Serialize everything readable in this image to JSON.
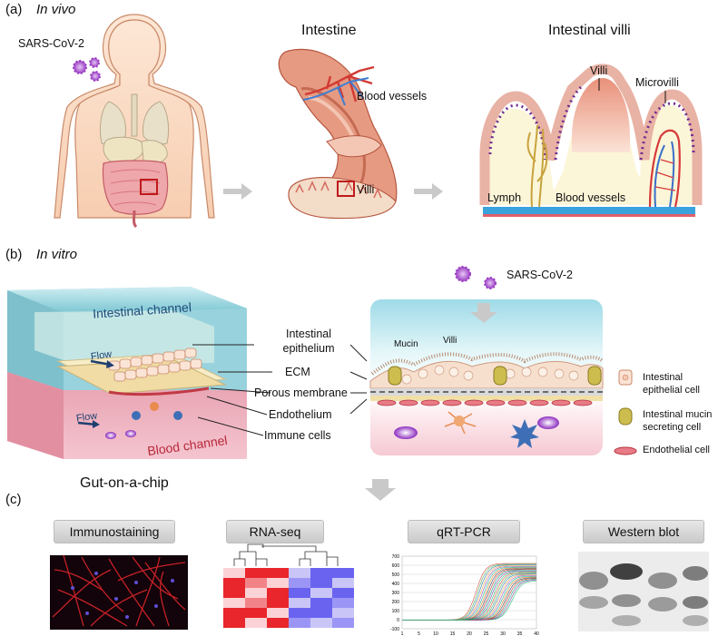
{
  "panel_a": {
    "label": "(a)",
    "title": "In vivo",
    "virus_label": "SARS-CoV-2",
    "intestine_title": "Intestine",
    "villi_title": "Intestinal villi",
    "blood_vessels": "Blood vessels",
    "villi_small": "Villi",
    "villi_top": "Villi",
    "microvilli": "Microvilli",
    "lymph": "Lymph",
    "blood_vessels_2": "Blood vessels"
  },
  "panel_b": {
    "label": "(b)",
    "title": "In vitro",
    "virus_label": "SARS-CoV-2",
    "intestinal_channel": "Intestinal channel",
    "blood_channel": "Blood channel",
    "flow_top": "Flow",
    "flow_bottom": "Flow",
    "callouts": [
      "Intestinal epithelium",
      "ECM",
      "Porous membrane",
      "Endothelium",
      "Immune cells"
    ],
    "callout_epi_1": "Intestinal",
    "callout_epi_2": "epithelium",
    "mucin": "Mucin",
    "villi": "Villi",
    "legend_epi_1": "Intestinal",
    "legend_epi_2": "epithelial cell",
    "legend_mucin_1": "Intestinal mucin",
    "legend_mucin_2": "secreting cell",
    "legend_endo": "Endothelial cell",
    "chip_name": "Gut-on-a-chip"
  },
  "panel_c": {
    "label": "(c)",
    "methods": [
      "Immunostaining",
      "RNA-seq",
      "qRT-PCR",
      "Western blot"
    ]
  },
  "qpcr_plot": {
    "y_ticks": [
      "700",
      "600",
      "500",
      "400",
      "300",
      "200",
      "100",
      "0",
      "-100"
    ],
    "x_ticks": [
      "1",
      "5",
      "10",
      "15",
      "20",
      "25",
      "30",
      "35",
      "40"
    ]
  },
  "colors": {
    "virus": "#9b3fc4",
    "intestinal_channel": "#5fb3c4",
    "blood_channel": "#e59aab",
    "arrow_grey": "#bdbdbd",
    "blood_channel_text": "#b8283a",
    "channel_text": "#1f4a7a"
  }
}
